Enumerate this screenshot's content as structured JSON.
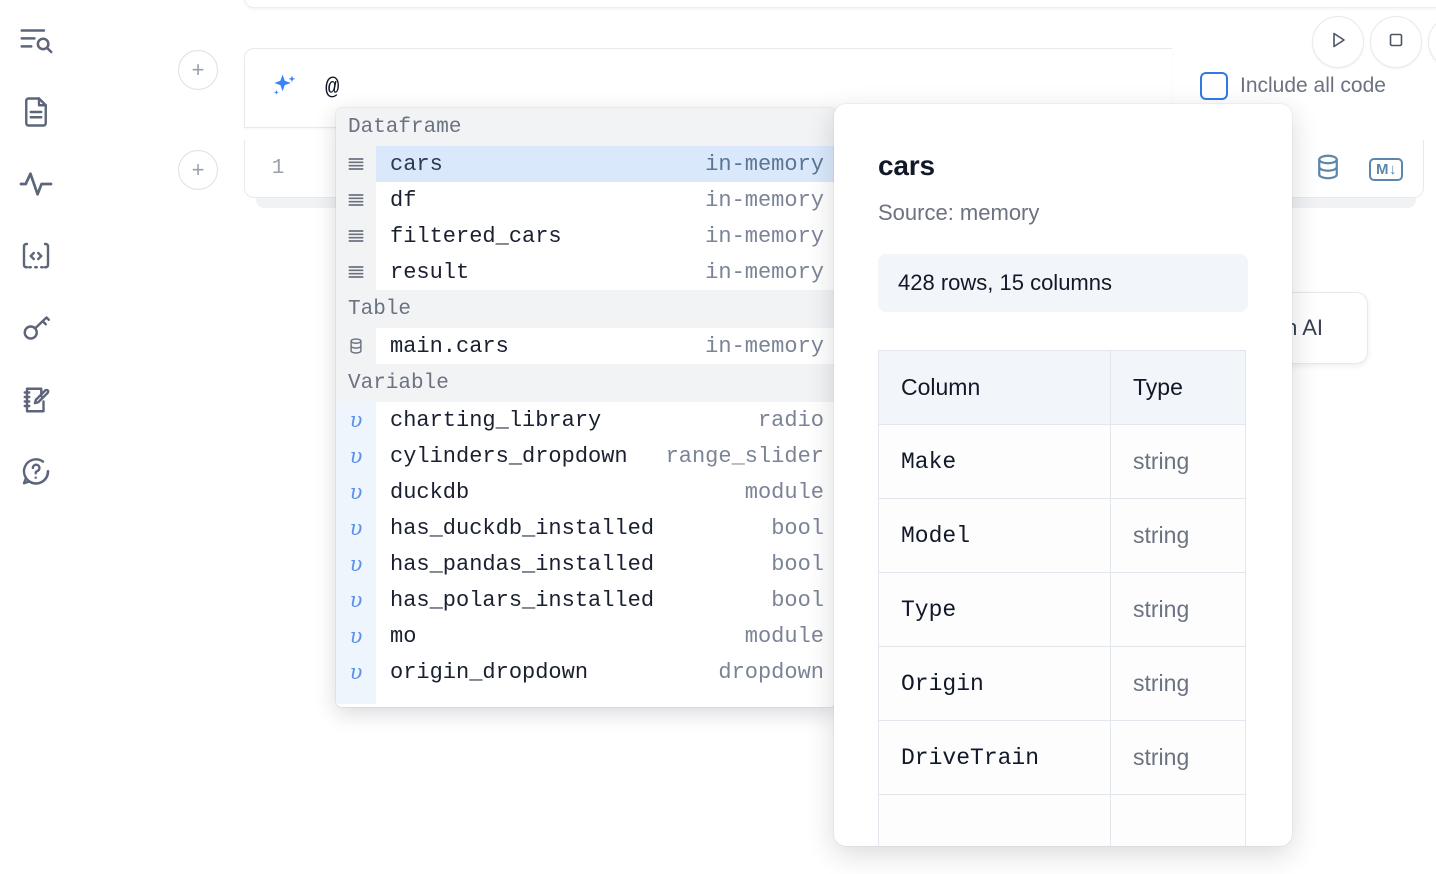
{
  "rail": {
    "items": [
      {
        "icon": "list-search-icon",
        "name": "explorer"
      },
      {
        "icon": "document-icon",
        "name": "notebook-files"
      },
      {
        "icon": "activity-icon",
        "name": "variables"
      },
      {
        "icon": "code-brackets-icon",
        "name": "snippets"
      },
      {
        "icon": "key-icon",
        "name": "secrets"
      },
      {
        "icon": "notepad-pencil-icon",
        "name": "scratchpad"
      },
      {
        "icon": "question-chat-icon",
        "name": "help"
      }
    ]
  },
  "toolbar": {
    "run_label": "run-icon",
    "stop_label": "stop-icon",
    "extra_label": "more-icon",
    "include_all_code": "Include all code",
    "include_all_code_checked": false
  },
  "prompt": {
    "icon": "sparkles-icon",
    "value": "@",
    "placeholder": ""
  },
  "cell": {
    "line_number": "1",
    "add_label": "+",
    "database_icon": "database-icon",
    "markdown_icon": "markdown-icon",
    "markdown_label": "M"
  },
  "ai_button": {
    "label": "h AI"
  },
  "autocomplete": {
    "sections": [
      {
        "title": "Dataframe",
        "items": [
          {
            "icon": "dataframe-icon",
            "name": "cars",
            "type": "in-memory",
            "selected": true
          },
          {
            "icon": "dataframe-icon",
            "name": "df",
            "type": "in-memory",
            "selected": false
          },
          {
            "icon": "dataframe-icon",
            "name": "filtered_cars",
            "type": "in-memory",
            "selected": false
          },
          {
            "icon": "dataframe-icon",
            "name": "result",
            "type": "in-memory",
            "selected": false
          }
        ]
      },
      {
        "title": "Table",
        "items": [
          {
            "icon": "table-icon",
            "name": "main.cars",
            "type": "in-memory",
            "selected": false
          }
        ]
      },
      {
        "title": "Variable",
        "items": [
          {
            "icon": "variable-icon",
            "name": "charting_library",
            "type": "radio",
            "selected": false
          },
          {
            "icon": "variable-icon",
            "name": "cylinders_dropdown",
            "type": "range_slider",
            "selected": false
          },
          {
            "icon": "variable-icon",
            "name": "duckdb",
            "type": "module",
            "selected": false
          },
          {
            "icon": "variable-icon",
            "name": "has_duckdb_installed",
            "type": "bool",
            "selected": false
          },
          {
            "icon": "variable-icon",
            "name": "has_pandas_installed",
            "type": "bool",
            "selected": false
          },
          {
            "icon": "variable-icon",
            "name": "has_polars_installed",
            "type": "bool",
            "selected": false
          },
          {
            "icon": "variable-icon",
            "name": "mo",
            "type": "module",
            "selected": false
          },
          {
            "icon": "variable-icon",
            "name": "origin_dropdown",
            "type": "dropdown",
            "selected": false
          }
        ]
      }
    ],
    "variable_glyph": "υ"
  },
  "details": {
    "title": "cars",
    "source": "Source: memory",
    "shape": "428 rows, 15 columns",
    "table": {
      "headers": [
        "Column",
        "Type"
      ],
      "rows": [
        {
          "column": "Make",
          "type": "string"
        },
        {
          "column": "Model",
          "type": "string"
        },
        {
          "column": "Type",
          "type": "string"
        },
        {
          "column": "Origin",
          "type": "string"
        },
        {
          "column": "DriveTrain",
          "type": "string"
        }
      ]
    }
  },
  "colors": {
    "accent": "#3b82f6",
    "selection": "#d9e9fb",
    "section_bg": "#f1f3f5",
    "icon": "#5c6579",
    "muted_text": "#6b7280",
    "cell_icon": "#5b87ac"
  }
}
